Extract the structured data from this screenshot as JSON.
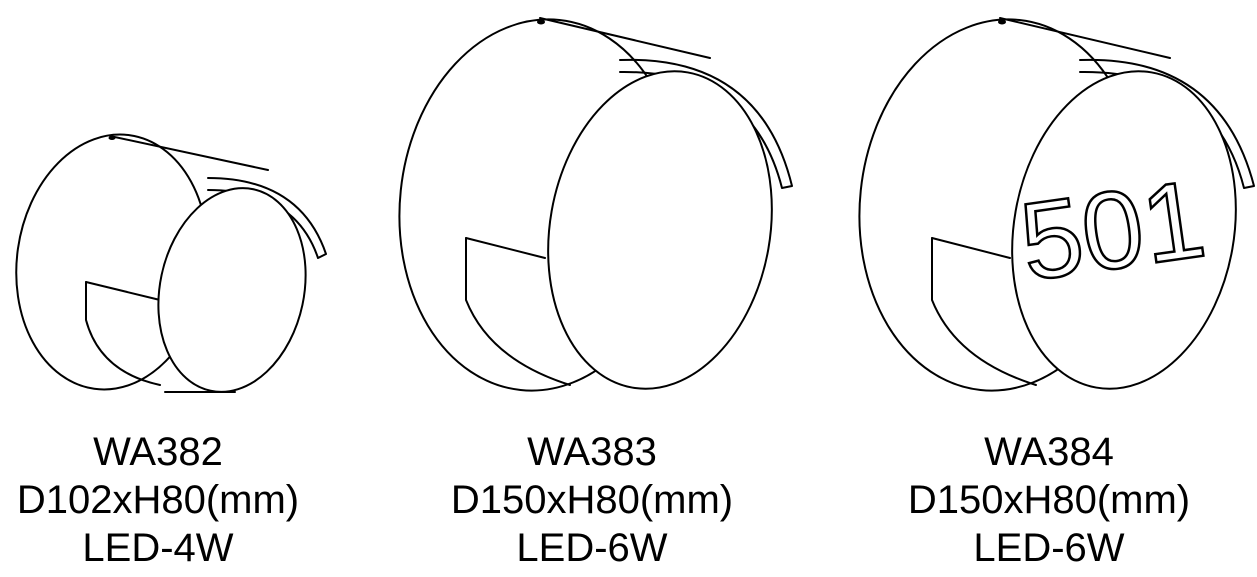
{
  "products": [
    {
      "model": "WA382",
      "size": "D102xH80(mm)",
      "power": "LED-4W"
    },
    {
      "model": "WA383",
      "size": "D150xH80(mm)",
      "power": "LED-6W"
    },
    {
      "model": "WA384",
      "size": "D150xH80(mm)",
      "power": "LED-6W",
      "face_number": "501"
    }
  ]
}
